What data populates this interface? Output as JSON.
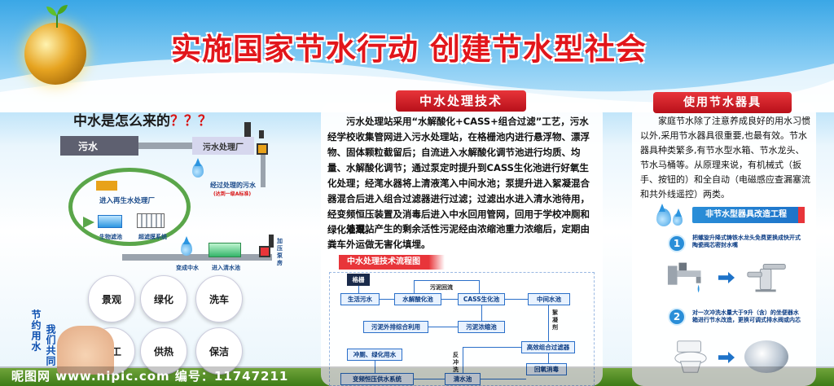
{
  "title": "实施国家节水行动 创建节水型社会",
  "left": {
    "question_main": "中水是怎么来的",
    "question_marks": "？？？",
    "sewage_label": "污水",
    "plant_label": "污水处理厂",
    "treated_label": "经过处理的污水",
    "treated_sub": "(达到一级A标准)",
    "reuse_plant_label": "进入再生水处理厂",
    "step1": "生物滤池",
    "step2": "超滤膜系统",
    "pressure_label": "加压泵房",
    "to_reclaimed": "变成中水",
    "to_clear_pool": "进入清水池",
    "uses": [
      "景观",
      "绿化",
      "洗车",
      "施工",
      "供热",
      "保洁"
    ],
    "slogan1": "节约用水",
    "slogan2": "我们共同"
  },
  "middle": {
    "heading": "中水处理技术",
    "para1": "污水处理站采用“水解酸化+CASS+组合过滤”工艺，污水经学校收集管网进入污水处理站，在格栅池内进行悬浮物、漂浮物、固体颗粒截留后；自流进入水解酸化调节池进行均质、均量、水解酸化调节；通过泵定时提升到CASS生化池进行好氧生化处理；经滗水器将上清液滗入中间水池；泵提升进入絮凝混合器混合后进入组合过滤器进行过滤；过滤出水进入清水池待用，经变频恒压装置及消毒后进入中水回用管网，回用于学校冲厕和绿化灌溉。",
    "para2": "处理站产生的剩余活性污泥经由浓缩池重力浓缩后，定期由粪车外运做无害化填埋。",
    "flow_title": "中水处理技术流程图",
    "flow": {
      "grid": "格栅",
      "sewage": "生活污水",
      "hydrolysis": "水解酸化池",
      "cass": "CASS生化池",
      "middle_pool": "中间水池",
      "sludge_return": "污泥回流",
      "sludge_out": "污泥外排综合利用",
      "sludge_thicken": "污泥浓缩池",
      "flocculant": "絮凝剂",
      "filter": "高效组合过滤器",
      "backwash": "反冲洗",
      "reuse": "冲厕、绿化用水",
      "disinfect": "回氧消毒",
      "clear_pool": "清水池",
      "vfd_supply": "变频恒压供水系统"
    }
  },
  "right": {
    "heading": "使用节水器具",
    "para": "家庭节水除了注意养成良好的用水习惯以外,采用节水器具很重要,也最有效。节水器具种类繁多,有节水型水箱、节水龙头、节水马桶等。从原理来说，有机械式（扳手、按钮的）和全自动（电磁感应查漏塞流和共外线遥控）两类。",
    "banner": "非节水型器具改造工程",
    "item1_no": "1",
    "item1": "把螺旋升降式铸铁水龙头免费更换成快开式陶瓷阀芯密封水嘴",
    "item2_no": "2",
    "item2": "对一次冲洗水量大于9升（含）的坐便器水箱进行节水改造，更换可调式排水阀或内芯"
  },
  "watermark": "昵图网 www.nipic.com   编号：11747211",
  "colors": {
    "title_red": "#e2161b",
    "heading_red": "#c9161d",
    "flow_blue": "#2a6fc9",
    "ring_green": "#5aa64a"
  }
}
